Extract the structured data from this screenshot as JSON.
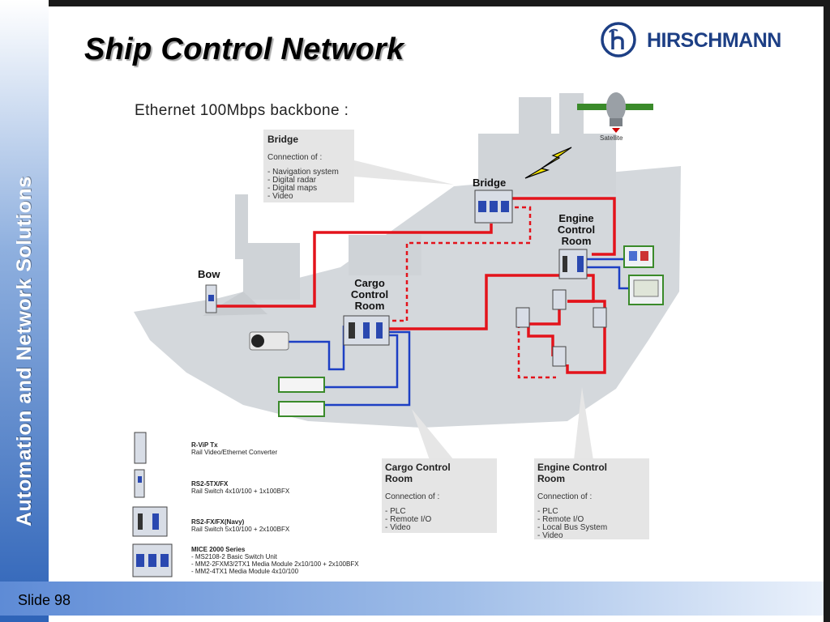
{
  "slide": {
    "title": "Ship Control Network",
    "side_text": "Automation and Network Solutions",
    "slide_number": "Slide 98",
    "logo_text": "HIRSCHMANN",
    "logo_icon": "h-circle-logo-icon"
  },
  "diagram": {
    "backbone": "Ethernet 100Mbps backbone :",
    "satellite_label": "Satellite",
    "nodes": {
      "bow": "Bow",
      "bridge": "Bridge",
      "engine": [
        "Engine",
        "Control",
        "Room"
      ],
      "cargo": [
        "Cargo",
        "Control",
        "Room"
      ]
    },
    "boxes": {
      "bridge": {
        "title": "Bridge",
        "conn": "Connection of :",
        "items": [
          "Navigation system",
          "Digital radar",
          "Digital maps",
          "Video"
        ]
      },
      "cargo": {
        "title": [
          "Cargo Control",
          "Room"
        ],
        "conn": "Connection of :",
        "items": [
          "PLC",
          "Remote I/O",
          "Video"
        ]
      },
      "engine": {
        "title": [
          "Engine Control",
          "Room"
        ],
        "conn": "Connection of  :",
        "items": [
          "PLC",
          "Remote I/O",
          "Local Bus System",
          "Video"
        ]
      }
    },
    "colors": {
      "link": "#e3131b",
      "local": "#1d3fc4",
      "ship": "#d4d8dc"
    }
  },
  "legend": [
    {
      "name": "R-ViP Tx",
      "desc": [
        "Rail Video/Ethernet Converter"
      ]
    },
    {
      "name": "RS2-5TX/FX",
      "desc": [
        "Rail Switch 4x10/100 + 1x100BFX"
      ]
    },
    {
      "name": "RS2-FX/FX(Navy)",
      "desc": [
        "Rail Switch 5x10/100 + 2x100BFX"
      ]
    },
    {
      "name": "MICE 2000 Series",
      "desc": [],
      "items": [
        "MS2108-2 Basic Switch Unit",
        "MM2-2FXM3/2TX1 Media Module 2x10/100 + 2x100BFX",
        "MM2-4TX1 Media Module 4x10/100"
      ]
    }
  ]
}
